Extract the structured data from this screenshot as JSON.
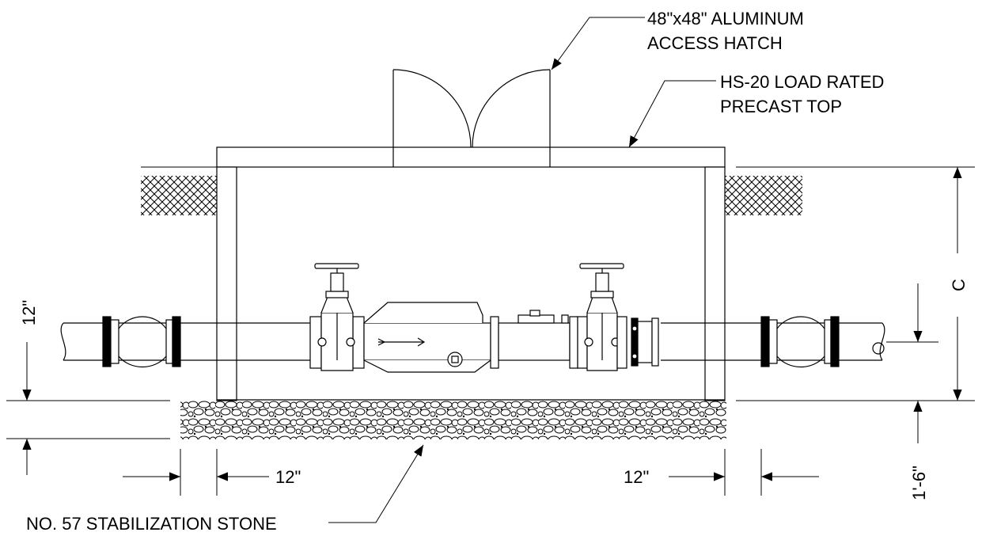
{
  "callouts": {
    "hatch_line1": "48\"x48\" ALUMINUM",
    "hatch_line2": "ACCESS HATCH",
    "top_line1": "HS-20 LOAD RATED",
    "top_line2": "PRECAST TOP",
    "stone": "NO. 57 STABILIZATION STONE"
  },
  "dimensions": {
    "pipe_depth": "12\"",
    "stone_left": "12\"",
    "stone_right": "12\"",
    "height_c": "C",
    "stone_depth": "1'-6\""
  },
  "colors": {
    "line": "#000000",
    "background": "#ffffff"
  }
}
